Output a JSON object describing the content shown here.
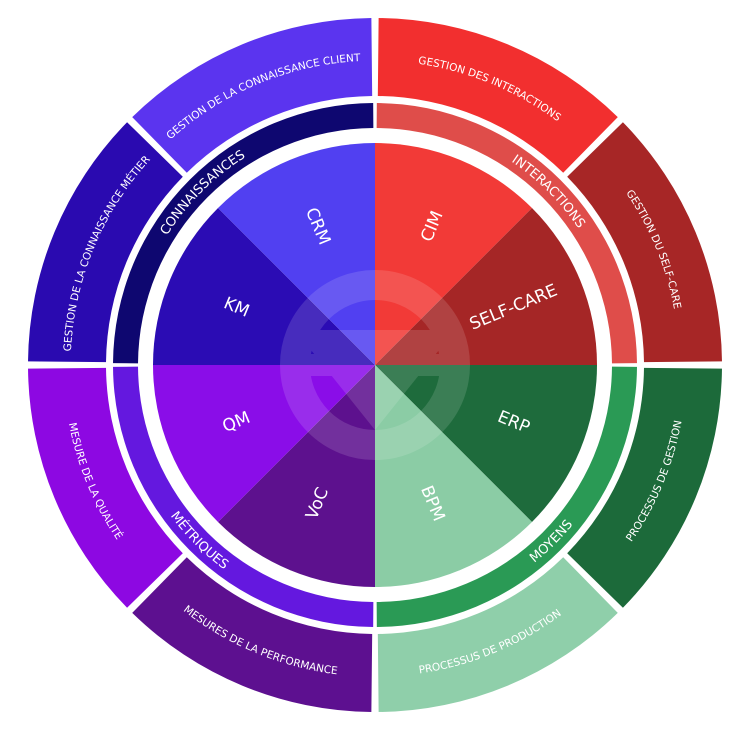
{
  "domains": [
    {
      "id": "connaissances",
      "label": "CONNAISSANCES",
      "color": "#0e0770",
      "modules": [
        {
          "id": "crm",
          "label": "CRM",
          "color": "#5140f1",
          "outer_label": "GESTION DE LA CONNAISSANCE CLIENT",
          "outer_color": "#5b34ef"
        },
        {
          "id": "km",
          "label": "KM",
          "color": "#2b0cb4",
          "outer_label": "GESTION DE LA CONNAISSANCE MÉTIER",
          "outer_color": "#2a0ab0"
        }
      ]
    },
    {
      "id": "interactions",
      "label": "INTERACTIONS",
      "color": "#df4d4a",
      "modules": [
        {
          "id": "cim",
          "label": "CIM",
          "color": "#f23a37",
          "outer_label": "GESTION DES INTERACTIONS",
          "outer_color": "#f22f2f"
        },
        {
          "id": "self-care",
          "label": "SELF-CARE",
          "color": "#a52626",
          "outer_label": "GESTION DU SELF-CARE",
          "outer_color": "#a72626"
        }
      ]
    },
    {
      "id": "moyens",
      "label": "MOYENS",
      "color": "#2a9a55",
      "modules": [
        {
          "id": "erp",
          "label": "ERP",
          "color": "#1e6b3c",
          "outer_label": "PROCESSUS DE GESTION",
          "outer_color": "#1c6a3a"
        },
        {
          "id": "bpm",
          "label": "BPM",
          "color": "#8bcca5",
          "outer_label": "PROCESSUS DE PRODUCTION",
          "outer_color": "#8fcfaa"
        }
      ]
    },
    {
      "id": "metriques",
      "label": "MÉTRIQUES",
      "color": "#6418df",
      "modules": [
        {
          "id": "voc",
          "label": "VoC",
          "color": "#5d118e",
          "outer_label": "MESURES DE LA PERFORMANCE",
          "outer_color": "#5d1090"
        },
        {
          "id": "qm",
          "label": "QM",
          "color": "#8a0de8",
          "outer_label": "MESURE DE LA QUALITÉ",
          "outer_color": "#8d08e2"
        }
      ]
    }
  ]
}
